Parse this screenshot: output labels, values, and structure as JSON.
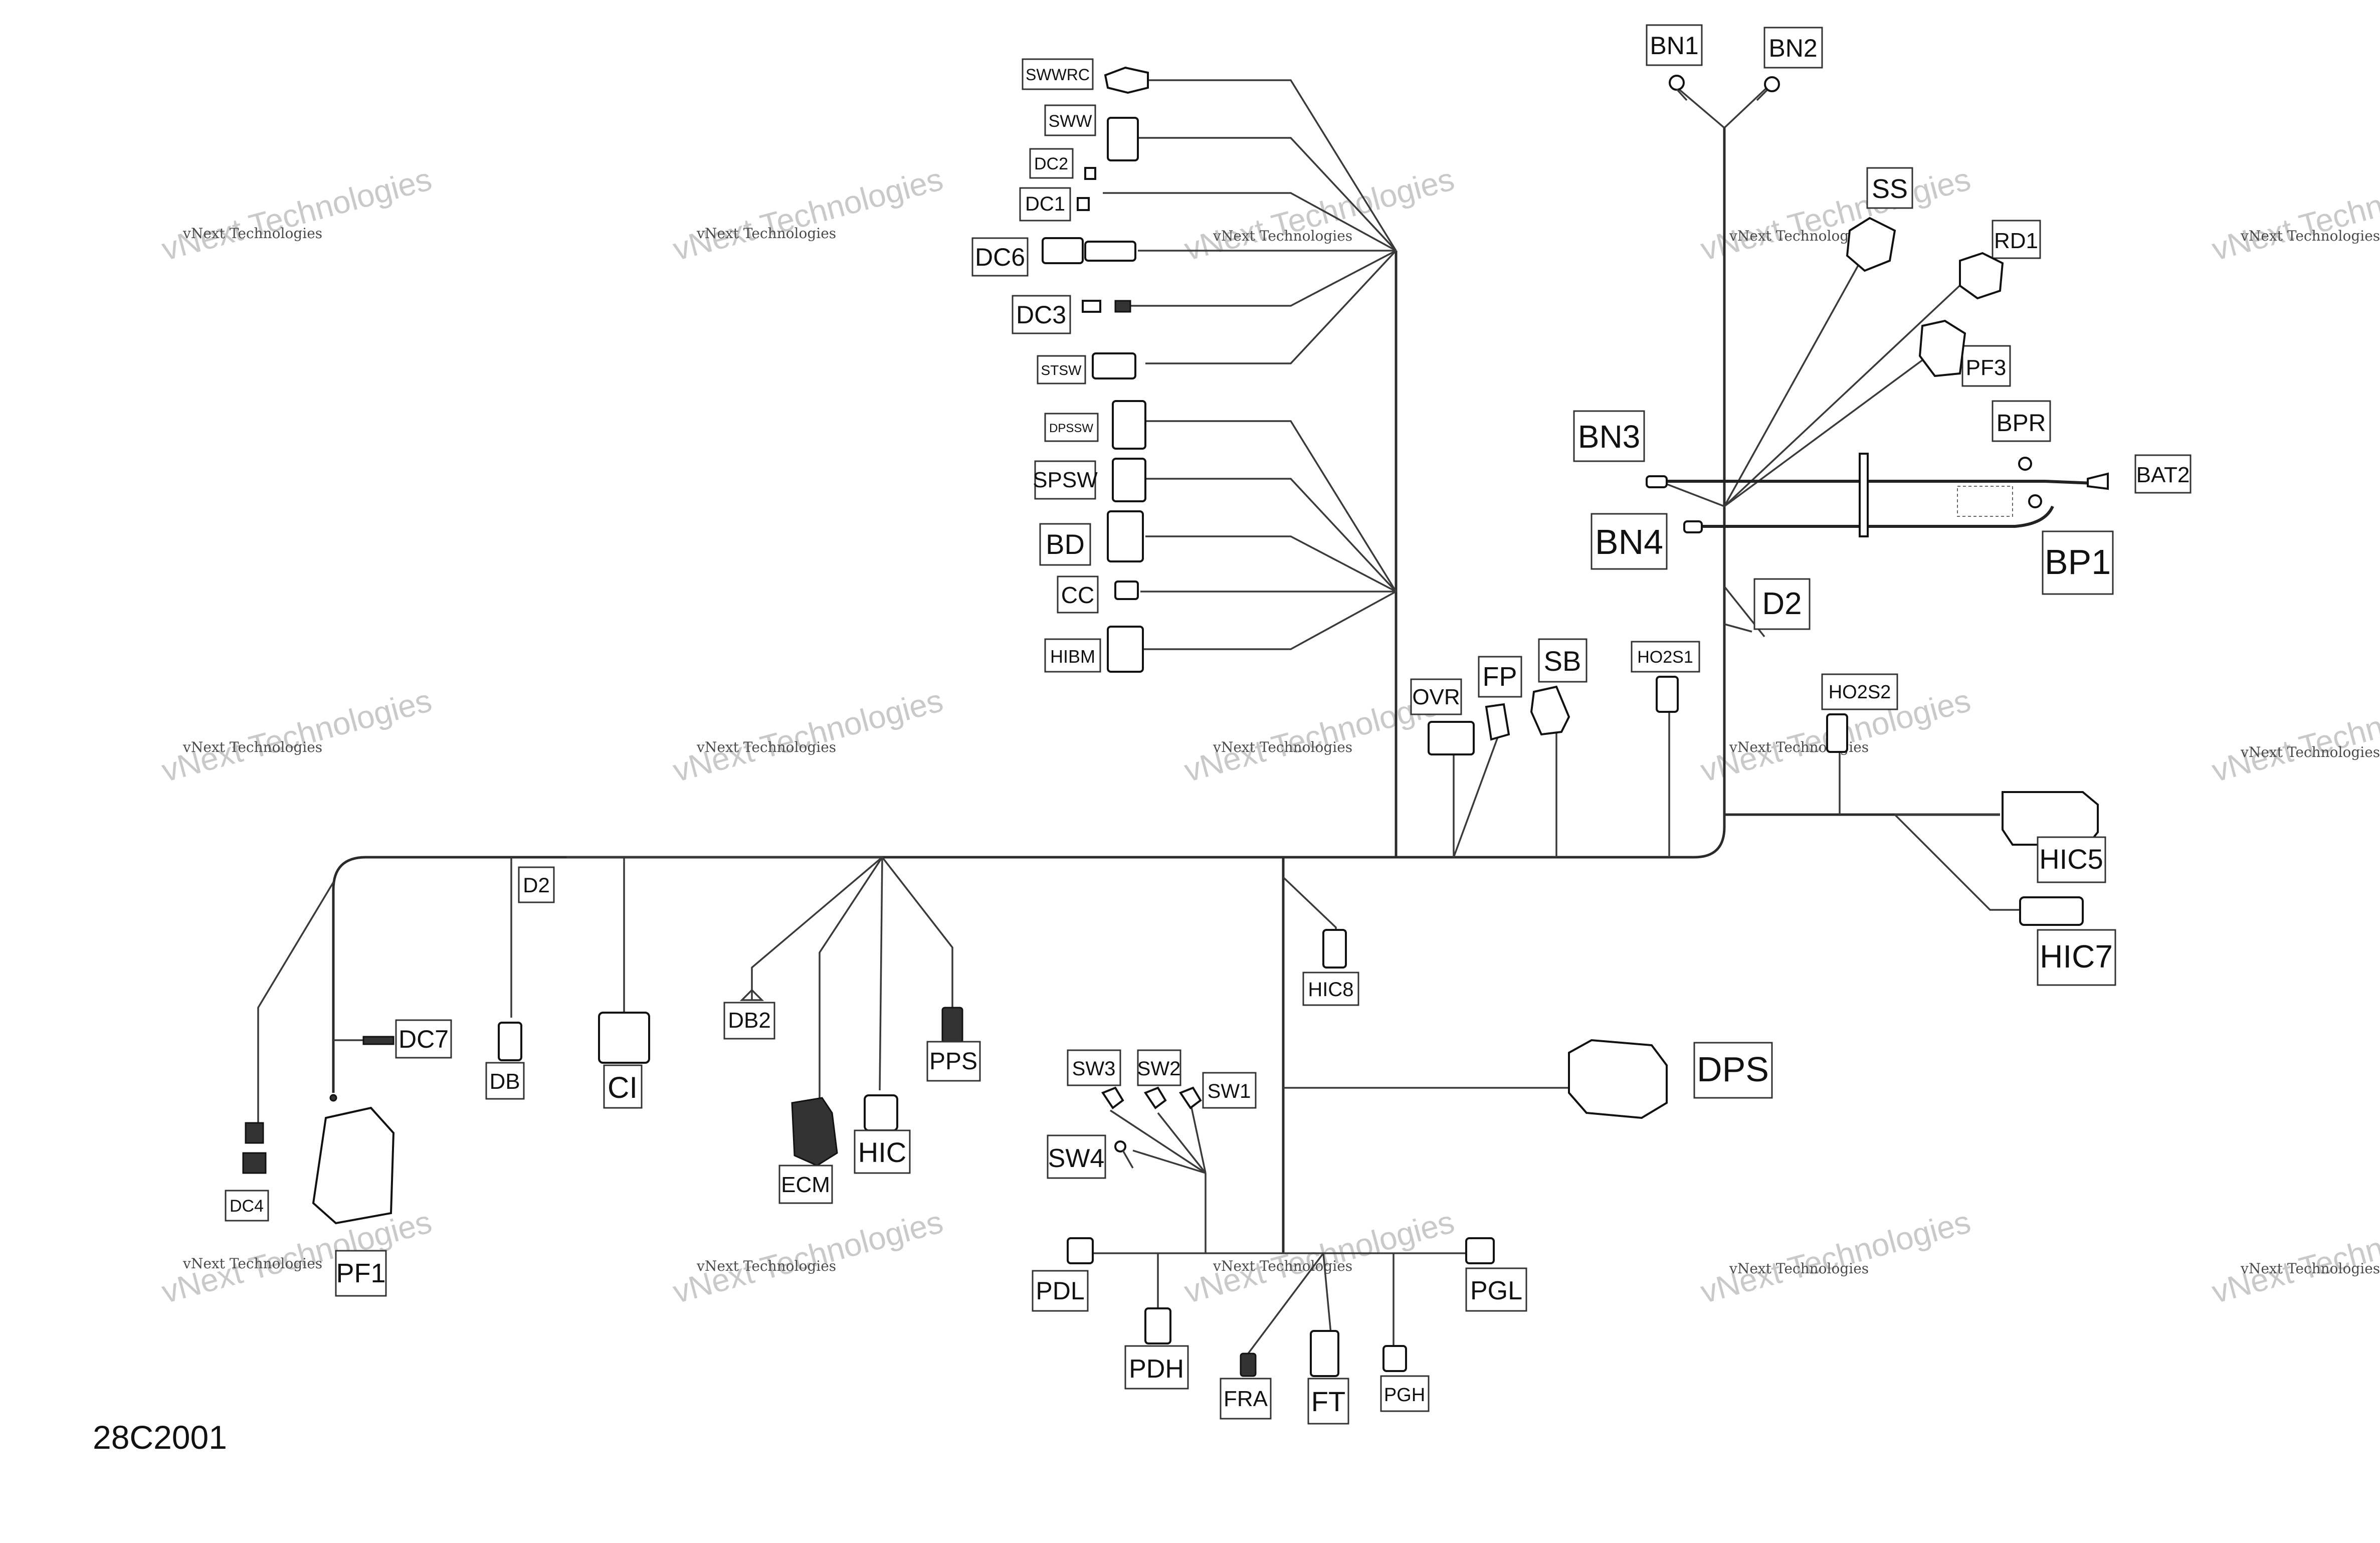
{
  "diagram": {
    "drawing_number": "28C2001",
    "watermark_line1": "vNext Technologies",
    "watermark_line2": "vNext Technologies",
    "labels": {
      "SWWRC": "SWWRC",
      "SWW": "SWW",
      "DC2": "DC2",
      "DC1": "DC1",
      "DC6": "DC6",
      "DC3": "DC3",
      "STSW": "STSW",
      "DPSSW": "DPSSW",
      "SPSW": "SPSW",
      "BD": "BD",
      "CC": "CC",
      "HIBM": "HIBM",
      "BN1": "BN1",
      "BN2": "BN2",
      "SS": "SS",
      "RD1": "RD1",
      "PF3": "PF3",
      "BN3": "BN3",
      "BPR": "BPR",
      "BAT2": "BAT2",
      "BN4": "BN4",
      "BP1": "BP1",
      "D2_right": "D2",
      "HO2S1": "HO2S1",
      "HO2S2": "HO2S2",
      "OVR": "OVR",
      "FP": "FP",
      "SB": "SB",
      "HIC5": "HIC5",
      "HIC7": "HIC7",
      "D2_left": "D2",
      "DC7": "DC7",
      "DB": "DB",
      "CI": "CI",
      "DB2": "DB2",
      "PPS": "PPS",
      "ECM": "ECM",
      "HIC": "HIC",
      "HIC8": "HIC8",
      "DPS": "DPS",
      "SW3": "SW3",
      "SW2": "SW2",
      "SW1": "SW1",
      "SW4": "SW4",
      "PDL": "PDL",
      "PGL": "PGL",
      "PDH": "PDH",
      "FRA": "FRA",
      "FT": "FT",
      "PGH": "PGH",
      "DC4": "DC4",
      "PF1": "PF1"
    }
  }
}
